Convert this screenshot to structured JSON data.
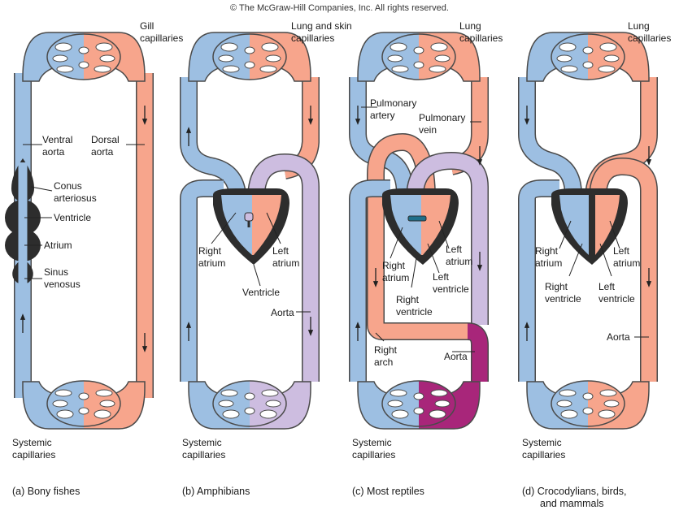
{
  "copyright": "© The McGraw-Hill Companies, Inc. All rights reserved.",
  "colors": {
    "deoxygenated": "#9dbfe2",
    "oxygenated": "#f7a58c",
    "mixed": "#cdbde0",
    "mixed_dark": "#a8267a",
    "heart_wall": "#2d2d2d",
    "outline": "#4a4a4a"
  },
  "panels": {
    "a": {
      "caption": "(a) Bony fishes",
      "top_capillaries": [
        "Gill",
        "capillaries"
      ],
      "bottom_capillaries": [
        "Systemic",
        "capillaries"
      ],
      "labels": {
        "ventral_aorta": [
          "Ventral",
          "aorta"
        ],
        "dorsal_aorta": [
          "Dorsal",
          "aorta"
        ],
        "conus": [
          "Conus",
          "arteriosus"
        ],
        "ventricle": "Ventricle",
        "atrium": "Atrium",
        "sinus": [
          "Sinus",
          "venosus"
        ]
      }
    },
    "b": {
      "caption": "(b) Amphibians",
      "top_capillaries": [
        "Lung and skin",
        "capillaries"
      ],
      "bottom_capillaries": [
        "Systemic",
        "capillaries"
      ],
      "labels": {
        "right_atrium": [
          "Right",
          "atrium"
        ],
        "left_atrium": [
          "Left",
          "atrium"
        ],
        "ventricle": "Ventricle",
        "aorta": "Aorta"
      }
    },
    "c": {
      "caption": "(c) Most reptiles",
      "top_capillaries": [
        "Lung",
        "capillaries"
      ],
      "bottom_capillaries": [
        "Systemic",
        "capillaries"
      ],
      "labels": {
        "pulmonary_artery": [
          "Pulmonary",
          "artery"
        ],
        "pulmonary_vein": [
          "Pulmonary",
          "vein"
        ],
        "right_atrium": [
          "Right",
          "atrium"
        ],
        "left_atrium": [
          "Left",
          "atrium"
        ],
        "left_ventricle": [
          "Left",
          "ventricle"
        ],
        "right_ventricle": [
          "Right",
          "ventricle"
        ],
        "right_arch": [
          "Right",
          "arch"
        ],
        "aorta": "Aorta"
      }
    },
    "d": {
      "caption": [
        "(d) Crocodylians, birds,",
        "and mammals"
      ],
      "top_capillaries": [
        "Lung",
        "capillaries"
      ],
      "bottom_capillaries": [
        "Systemic",
        "capillaries"
      ],
      "labels": {
        "right_atrium": [
          "Right",
          "atrium"
        ],
        "left_atrium": [
          "Left",
          "atrium"
        ],
        "right_ventricle": [
          "Right",
          "ventricle"
        ],
        "left_ventricle": [
          "Left",
          "ventricle"
        ],
        "aorta": "Aorta"
      }
    }
  }
}
